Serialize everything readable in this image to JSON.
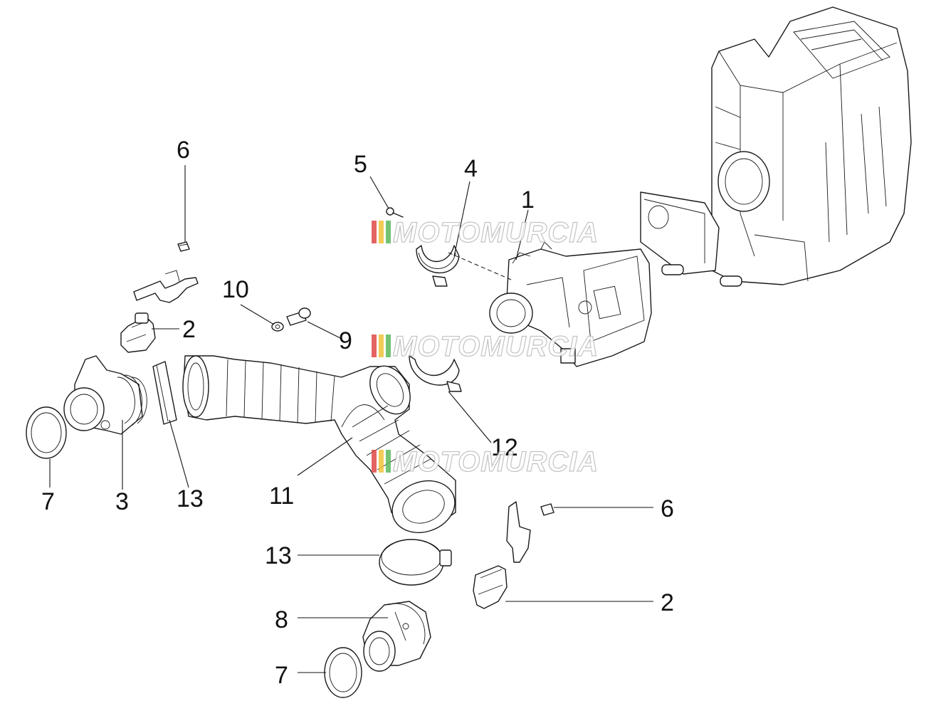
{
  "diagram": {
    "callouts": [
      {
        "id": "c1",
        "label": "1"
      },
      {
        "id": "c2a",
        "label": "2"
      },
      {
        "id": "c2b",
        "label": "2"
      },
      {
        "id": "c3",
        "label": "3"
      },
      {
        "id": "c4",
        "label": "4"
      },
      {
        "id": "c5",
        "label": "5"
      },
      {
        "id": "c6a",
        "label": "6"
      },
      {
        "id": "c6b",
        "label": "6"
      },
      {
        "id": "c7a",
        "label": "7"
      },
      {
        "id": "c7b",
        "label": "7"
      },
      {
        "id": "c8",
        "label": "8"
      },
      {
        "id": "c9",
        "label": "9"
      },
      {
        "id": "c10",
        "label": "10"
      },
      {
        "id": "c11",
        "label": "11"
      },
      {
        "id": "c12",
        "label": "12"
      },
      {
        "id": "c13a",
        "label": "13"
      },
      {
        "id": "c13b",
        "label": "13"
      }
    ],
    "watermark": "MOTOMURCIA",
    "watermark_colors": [
      "#e04848",
      "#f2c23a",
      "#5cb85c"
    ]
  }
}
